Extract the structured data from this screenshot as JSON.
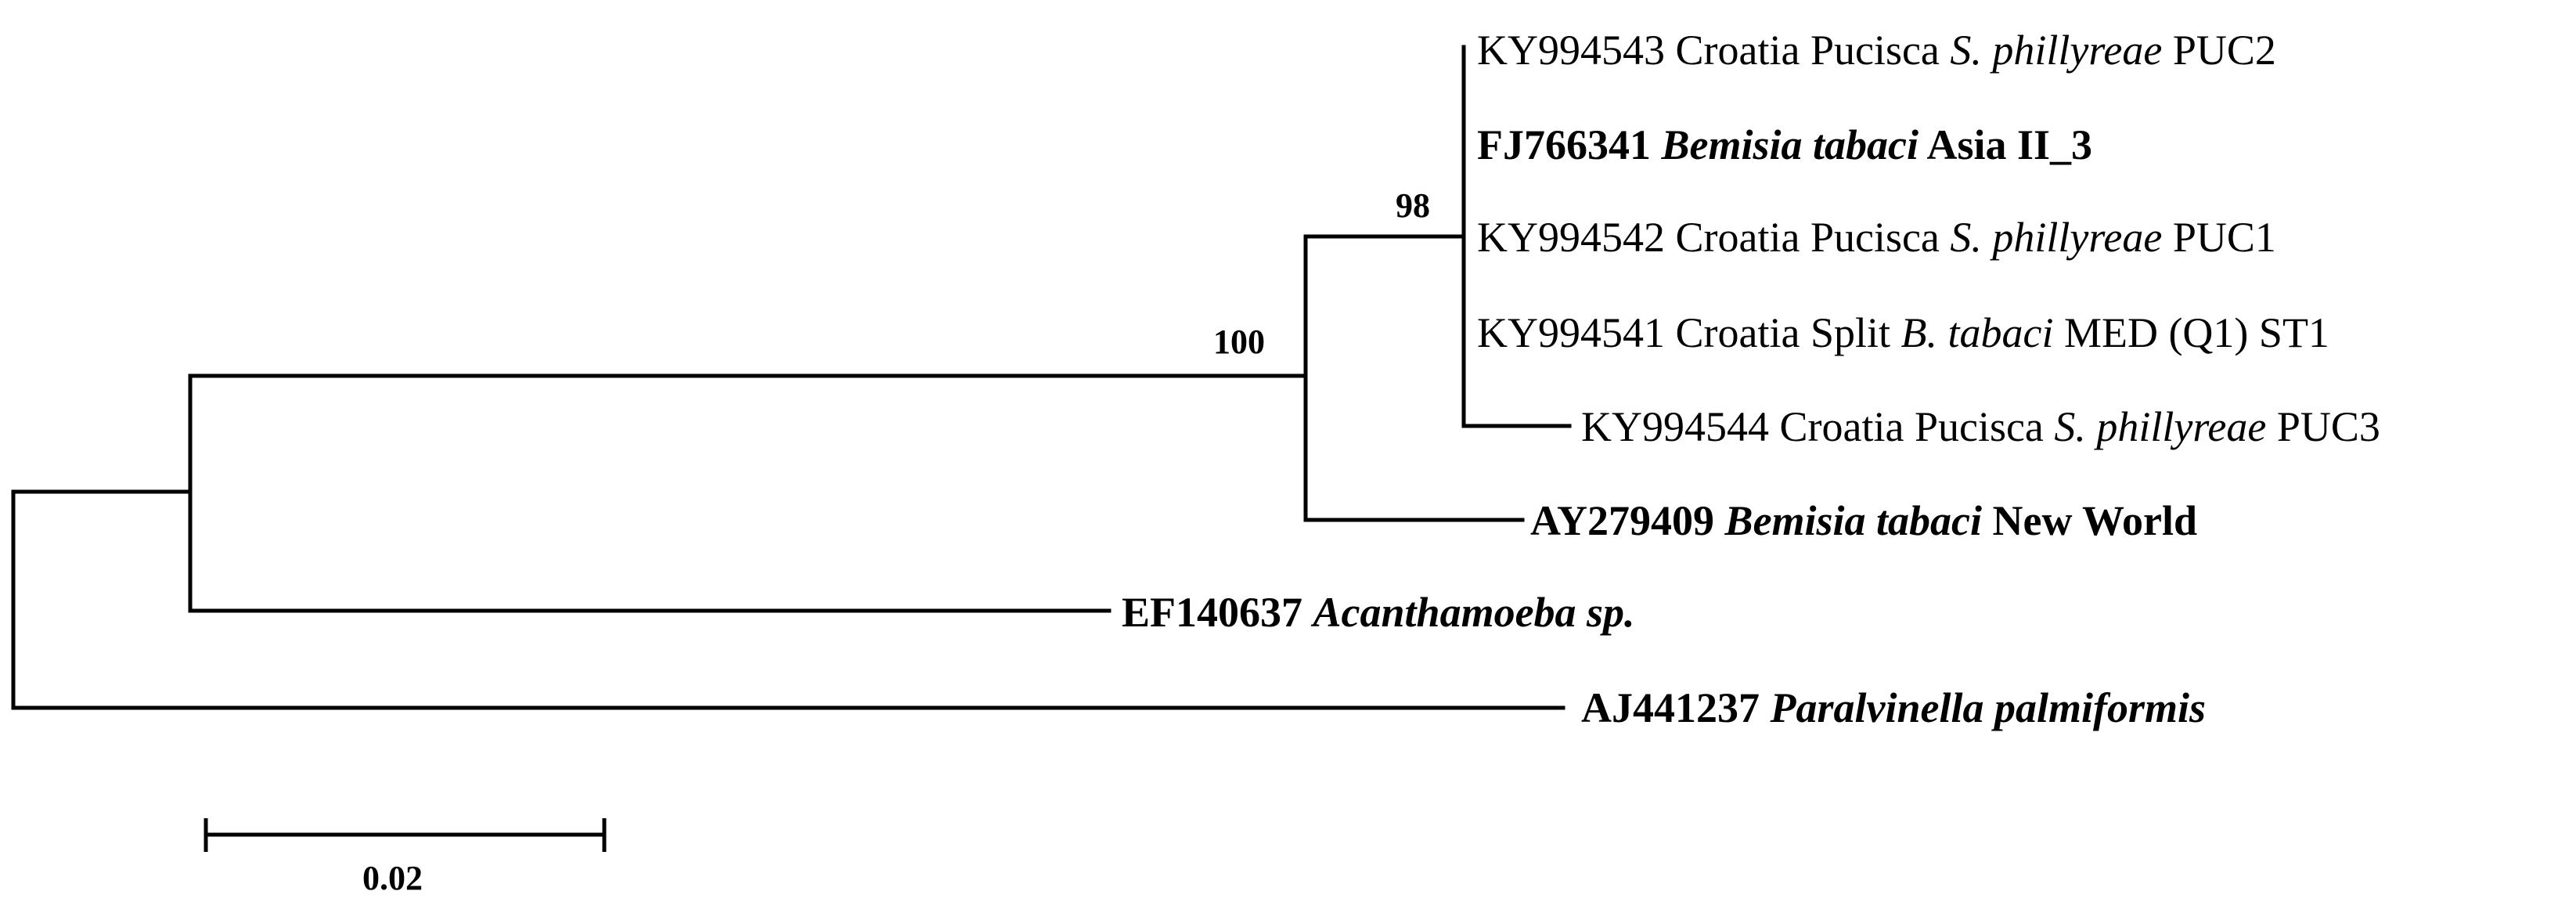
{
  "tree": {
    "scale_bar": {
      "label": "0.02"
    },
    "supports": [
      "98",
      "100"
    ],
    "taxa": [
      {
        "accession": "KY994543",
        "pre": "Croatia Pucisca",
        "species": "S. phillyreae",
        "post": "PUC2",
        "bold": false
      },
      {
        "accession": "FJ766341",
        "pre": "",
        "species": "Bemisia tabaci",
        "post": "Asia II_3",
        "bold": true
      },
      {
        "accession": "KY994542",
        "pre": "Croatia Pucisca",
        "species": "S. phillyreae",
        "post": "PUC1",
        "bold": false
      },
      {
        "accession": "KY994541",
        "pre": "Croatia Split",
        "species": "B. tabaci",
        "post": "MED (Q1) ST1",
        "bold": false
      },
      {
        "accession": "KY994544",
        "pre": "Croatia Pucisca",
        "species": "S. phillyreae",
        "post": "PUC3",
        "bold": false
      },
      {
        "accession": "AY279409",
        "pre": "",
        "species": "Bemisia tabaci",
        "post": "New World",
        "bold": true
      },
      {
        "accession": "EF140637",
        "pre": "",
        "species": "Acanthamoeba sp.",
        "post": "",
        "bold": true
      },
      {
        "accession": "AJ441237",
        "pre": "",
        "species": "Paralvinella palmiformis",
        "post": "",
        "bold": true
      }
    ]
  }
}
